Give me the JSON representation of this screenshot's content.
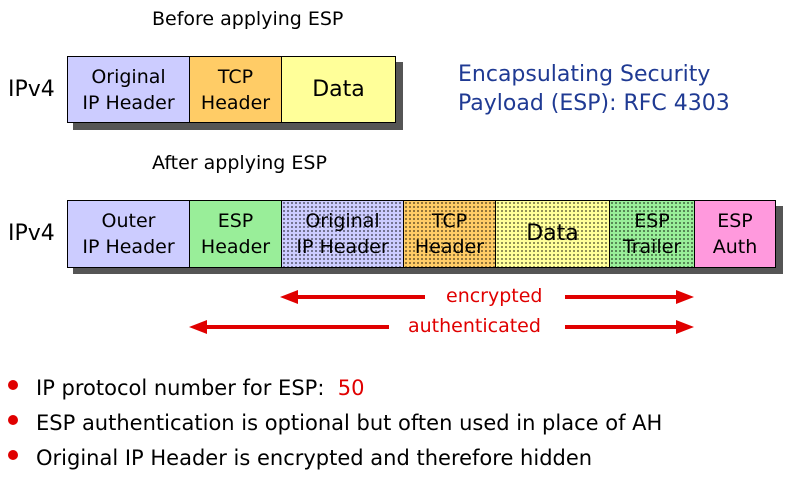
{
  "captions": {
    "before": "Before applying ESP",
    "after": "After applying ESP"
  },
  "row_label": "IPv4",
  "title": {
    "line1": "Encapsulating Security",
    "line2": "Payload (ESP):  RFC 4303"
  },
  "before_packet": [
    {
      "text": "Original\nIP Header",
      "color": "#ccccff"
    },
    {
      "text": "TCP\nHeader",
      "color": "#ffcc66"
    },
    {
      "text": "Data",
      "color": "#ffff99"
    }
  ],
  "after_packet": [
    {
      "text": "Outer\nIP Header",
      "color": "#ccccff",
      "encrypted": false
    },
    {
      "text": "ESP\nHeader",
      "color": "#99ee99",
      "encrypted": false
    },
    {
      "text": "Original\nIP Header",
      "color": "#ccccff",
      "encrypted": true
    },
    {
      "text": "TCP\nHeader",
      "color": "#ffcc66",
      "encrypted": true
    },
    {
      "text": "Data",
      "color": "#ffff99",
      "encrypted": true
    },
    {
      "text": "ESP\nTrailer",
      "color": "#99ee99",
      "encrypted": true
    },
    {
      "text": "ESP\nAuth",
      "color": "#ff99dd",
      "encrypted": false
    }
  ],
  "arrows": {
    "encrypted": "encrypted",
    "authenticated": "authenticated",
    "color": "#e00000"
  },
  "bullets": [
    {
      "text": "IP protocol number for ESP:  ",
      "highlight": "50"
    },
    {
      "text": "ESP authentication is optional but often used in place of AH",
      "highlight": ""
    },
    {
      "text": "Original IP Header is encrypted and therefore hidden",
      "highlight": ""
    }
  ]
}
